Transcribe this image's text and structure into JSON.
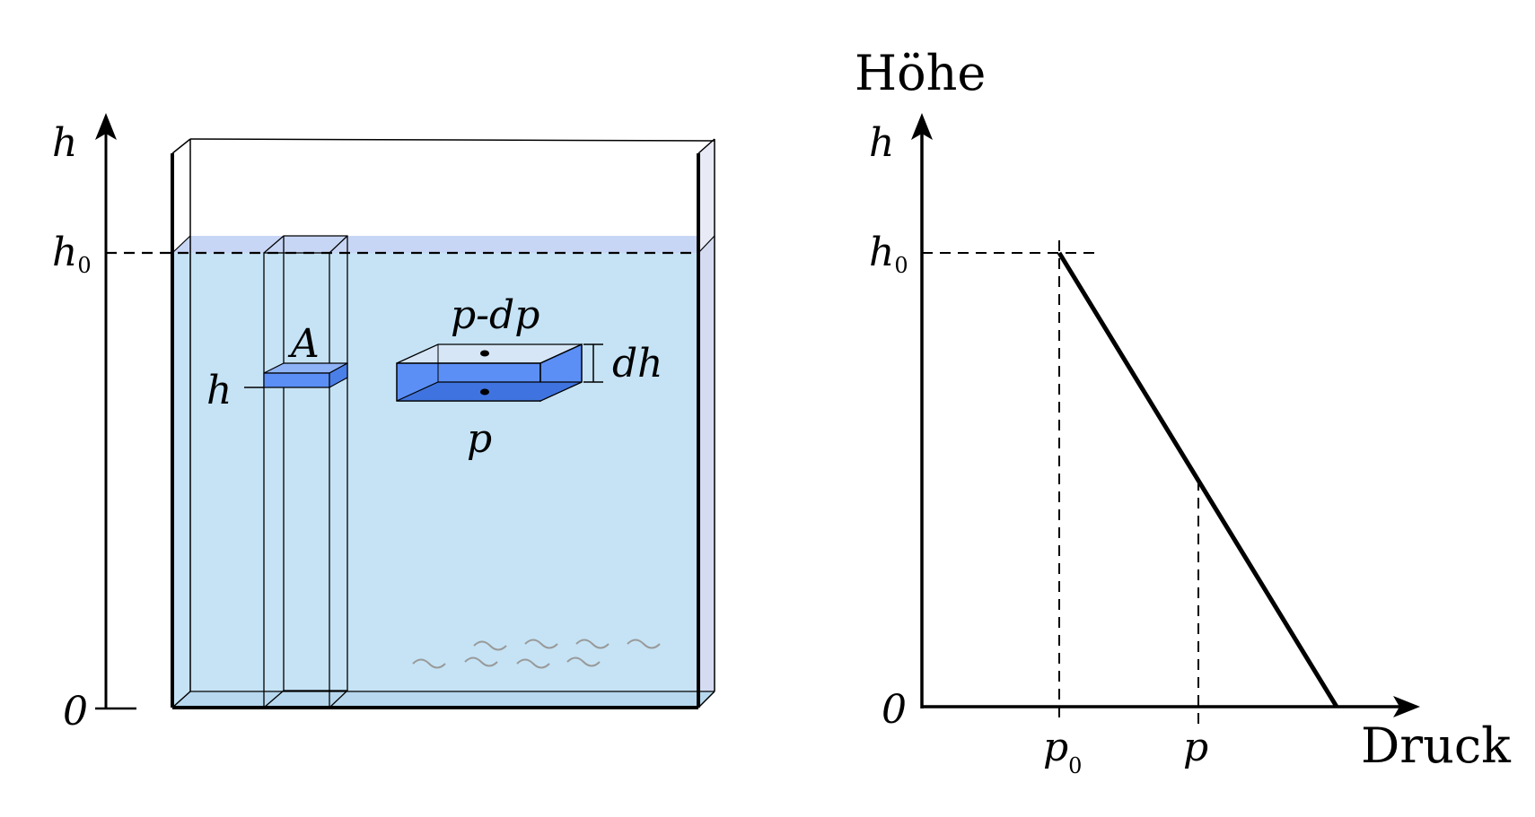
{
  "tank_diagram": {
    "axis": {
      "top_label": "h",
      "level_label": "h",
      "level_subscript": "0",
      "zero_label": "0"
    },
    "column_area_label": "A",
    "column_height_label": "h",
    "element": {
      "top_pressure_label": "p-dp",
      "bottom_pressure_label": "p",
      "thickness_label": "dh"
    },
    "colors": {
      "water": "#c5e3f5",
      "water_surface": "#c8d6f5",
      "element_fill": "#5b8ff5",
      "side_wall": "#e8eaf6",
      "wave": "#999999"
    }
  },
  "pressure_graph": {
    "title": "Höhe",
    "y_axis_label": "h",
    "y_level_label": "h",
    "y_level_subscript": "0",
    "y_zero_label": "0",
    "x_axis_label": "Druck",
    "x_ticks": [
      {
        "label": "p",
        "subscript": "0"
      },
      {
        "label": "p",
        "subscript": ""
      }
    ]
  }
}
